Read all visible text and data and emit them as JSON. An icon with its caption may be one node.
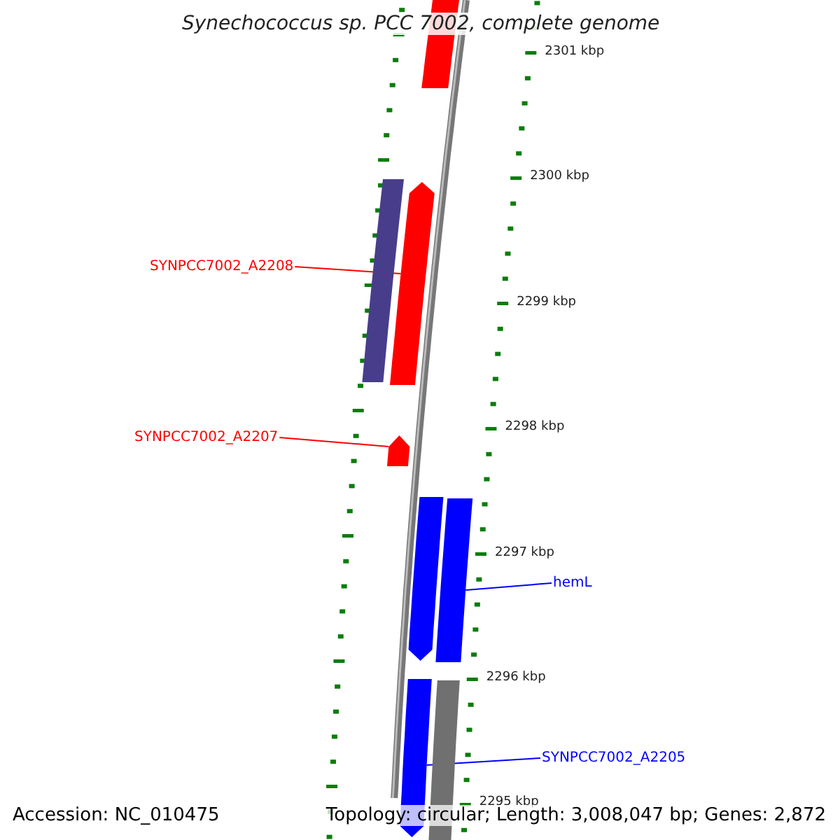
{
  "diagram": {
    "title": "Synechococcus sp. PCC 7002, complete genome",
    "nodes": [
      {
        "text": [],
        "shape": "bar"
      },
      {
        "text": [
          "SYNPCC7002_A2208"
        ]
      },
      {
        "text": [],
        "shape": "bar"
      },
      {
        "text": [],
        "shape": "bar"
      },
      {
        "text": [
          "SYNPCC7002_A2207"
        ]
      },
      {
        "text": [],
        "shape": "bar"
      },
      {
        "text": [],
        "shape": "bar"
      },
      {
        "text": [],
        "shape": "bar"
      },
      {
        "text": [
          "hemL"
        ]
      },
      {
        "text": [],
        "shape": "bar"
      },
      {
        "text": [],
        "shape": "bar"
      },
      {
        "text": [
          "SYNPCC7002_A2205"
        ]
      }
    ],
    "edges": [
      {
        "from": 1,
        "to": 3,
        "arrow": "none",
        "color": "#ff0000"
      },
      {
        "from": 4,
        "to": 5,
        "arrow": "none",
        "color": "#ff0000"
      },
      {
        "from": 8,
        "to": 7,
        "arrow": "none",
        "color": "#0000ff"
      },
      {
        "from": 11,
        "to": 9,
        "arrow": "none",
        "color": "#0000ff"
      }
    ],
    "labels": [
      "2301 kbp",
      "2300 kbp",
      "2299 kbp",
      "2298 kbp",
      "2297 kbp",
      "2296 kbp",
      "2295 kbp",
      "Accession: NC_010475",
      "Topology: circular; Length: 3,008,047 bp; Genes: 2,872"
    ]
  }
}
